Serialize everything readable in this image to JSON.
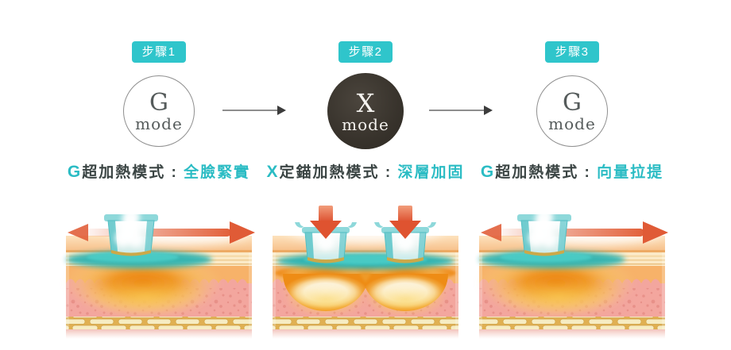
{
  "steps": [
    {
      "badge": "步驟1",
      "circle": {
        "letter": "G",
        "word": "mode",
        "style": "outline"
      },
      "label": {
        "prefix": "G",
        "body": "超加熱模式 : ",
        "highlight": "全臉緊實"
      },
      "illustration": "handpiece-glide"
    },
    {
      "badge": "步驟2",
      "circle": {
        "letter": "X",
        "word": "mode",
        "style": "dark"
      },
      "label": {
        "prefix": "X",
        "body": "定錨加熱模式 : ",
        "highlight": "深層加固"
      },
      "illustration": "handpiece-press"
    },
    {
      "badge": "步驟3",
      "circle": {
        "letter": "G",
        "word": "mode",
        "style": "outline"
      },
      "label": {
        "prefix": "G",
        "body": "超加熱模式 : ",
        "highlight": "向量拉提"
      },
      "illustration": "handpiece-glide"
    }
  ],
  "colors": {
    "badge_bg": "#2fc5cb",
    "badge_text": "#ffffff",
    "label_dark": "#3a4443",
    "label_teal": "#2bbcc4",
    "circle_outline_border": "#8f8f8f",
    "circle_outline_text": "#555b5b",
    "circle_dark_bg": "#38332c",
    "circle_dark_text": "#f5f3ef",
    "flow_arrow_line": "#8e8e8e",
    "flow_arrow_head": "#3c3c3c",
    "treatment_arrow_red": "#e05b36",
    "surface_glow_teal": "#2fb4b2",
    "heat_orange": "#ee8c15",
    "skin_top_face": "#f7c28d",
    "skin_epidermis": "#fbe9c6",
    "skin_dermis_orange": "#f7b269",
    "skin_dermis_pink": "#f3a69e",
    "skin_fat_layer": "#e0b052",
    "device_teal": "#58c3c7"
  }
}
